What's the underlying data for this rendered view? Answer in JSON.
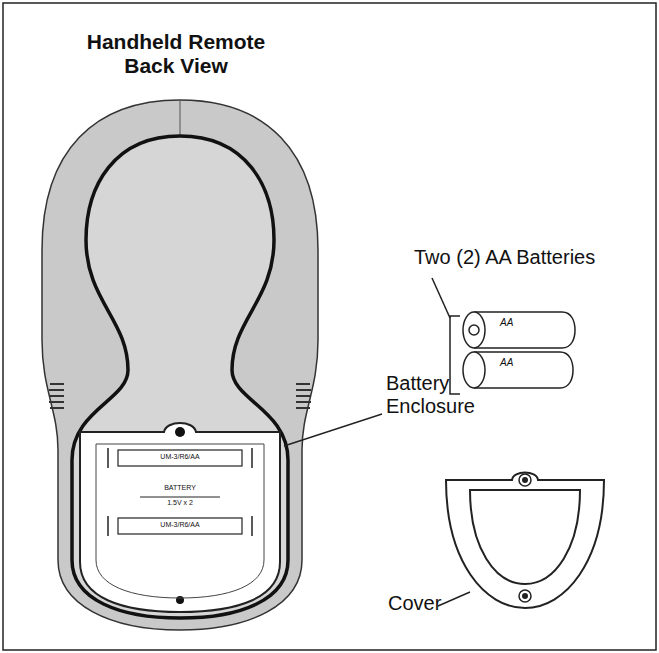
{
  "diagram": {
    "title": "Handheld Remote Back View",
    "labels": [
      "Two (2) AA Batteries",
      "AA",
      "AA",
      "Battery Enclosure",
      "Cover",
      "UM-3/R6/AA",
      "BATTERY",
      "1.5V x 2",
      "UM-3/R6/AA"
    ]
  }
}
